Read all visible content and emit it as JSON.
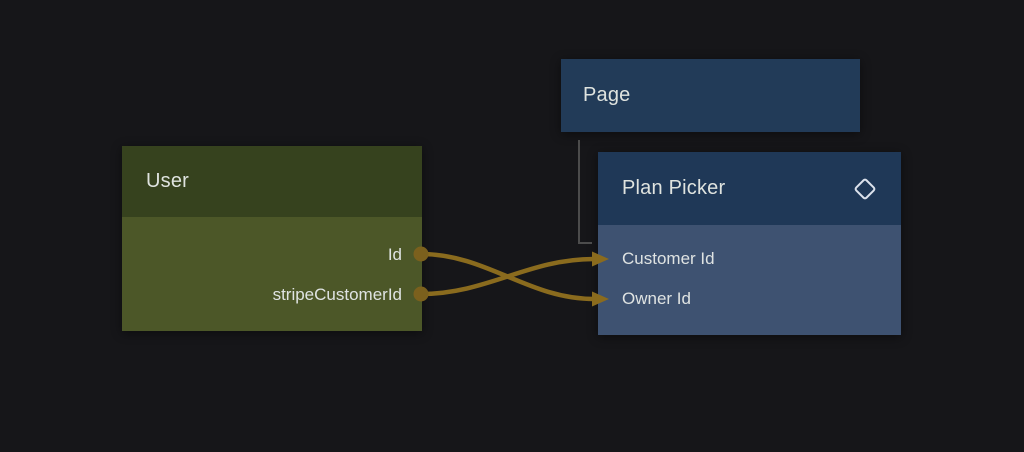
{
  "canvas": {
    "background": "#161619"
  },
  "colors": {
    "wire": "#8a6b1e",
    "port": "#7b601d",
    "arrow": "#8a6b1e",
    "hierarchy_line": "#4c4c4c",
    "user_header": "#36421e",
    "user_body": "#4c5728",
    "page_bg": "#223b58",
    "plan_header": "#1f3857",
    "plan_body": "#3e5271",
    "title_text": "#dfe3df",
    "field_text": "#dfe3e2",
    "icon_stroke": "#dce2ec"
  },
  "nodes": {
    "user": {
      "title": "User",
      "fields": [
        {
          "label": "Id",
          "direction": "output"
        },
        {
          "label": "stripeCustomerId",
          "direction": "output"
        }
      ]
    },
    "page": {
      "title": "Page"
    },
    "plan_picker": {
      "title": "Plan Picker",
      "icon": "diamond-icon",
      "fields": [
        {
          "label": "Customer Id",
          "direction": "input"
        },
        {
          "label": "Owner Id",
          "direction": "input"
        }
      ]
    }
  },
  "connections": [
    {
      "from": "User.Id",
      "to": "Plan Picker.Owner Id",
      "style": "curve-arrow"
    },
    {
      "from": "User.stripeCustomerId",
      "to": "Plan Picker.Customer Id",
      "style": "curve-arrow"
    },
    {
      "from": "Page",
      "to": "Plan Picker",
      "style": "elbow"
    }
  ]
}
